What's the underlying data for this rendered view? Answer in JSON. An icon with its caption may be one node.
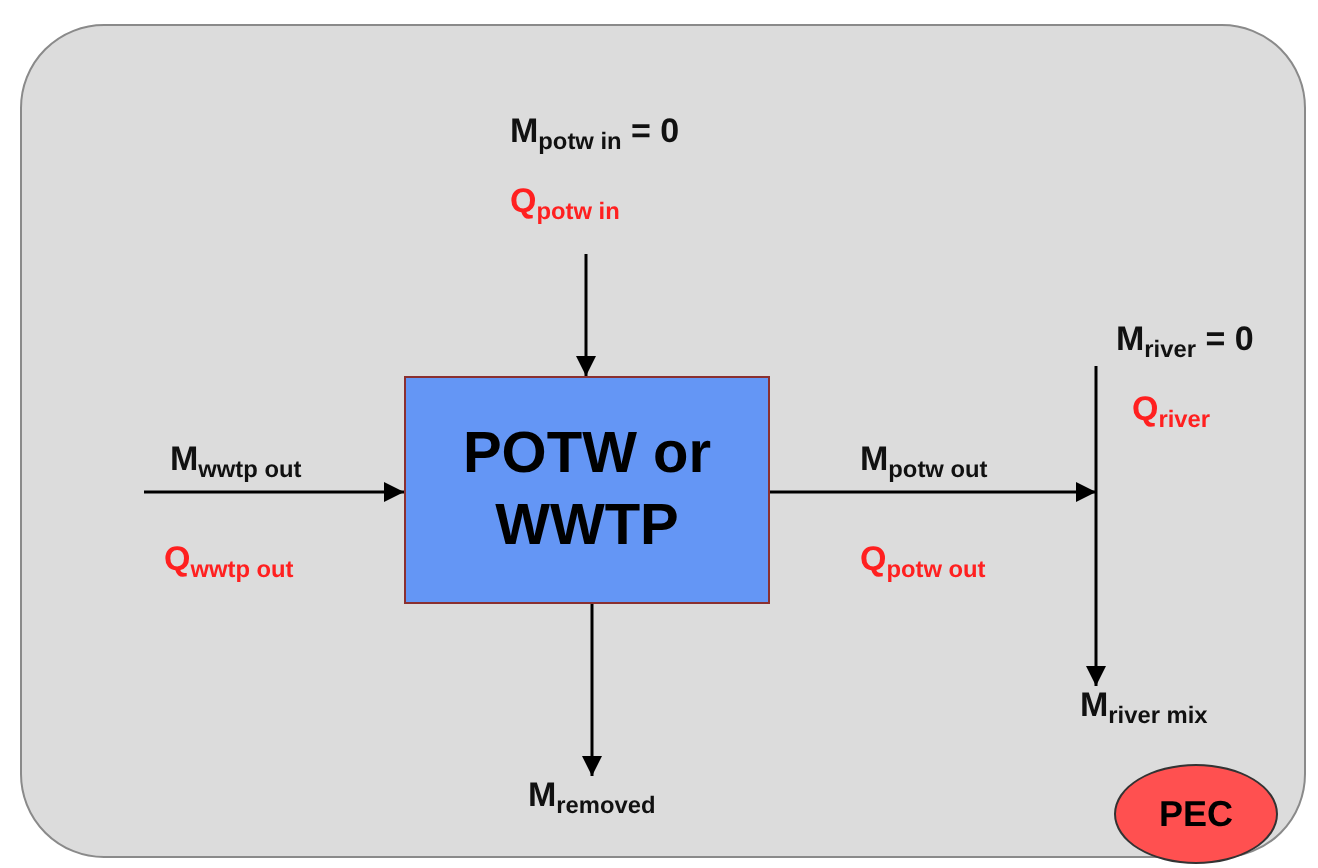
{
  "diagram": {
    "nodes": [
      {
        "text": [
          "M$_{potw in}$ = 0",
          "Q$_{potw in}$"
        ]
      },
      {
        "text": [
          "POTW or WWTP"
        ]
      },
      {
        "text": [
          "M$_{removed}$"
        ]
      },
      {
        "text": [
          "M$_{river}$ = 0",
          "Q$_{river}$"
        ]
      },
      {
        "text": [
          "M$_{river mix}$"
        ]
      },
      {
        "text": [
          "PEC"
        ]
      }
    ],
    "edges": [
      {
        "from": null,
        "to": 1,
        "arrow": "to"
      },
      {
        "from": 0,
        "to": 1,
        "arrow": "to"
      },
      {
        "from": 1,
        "to": 2,
        "arrow": "to"
      },
      {
        "from": 1,
        "to": 3,
        "arrow": "to"
      },
      {
        "from": 3,
        "to": 4,
        "arrow": "to"
      }
    ],
    "labels": [
      "M$_{wwtp out}$",
      "Q$_{wwtp out}$",
      "M$_{potw out}$",
      "Q$_{potw out}$"
    ]
  }
}
